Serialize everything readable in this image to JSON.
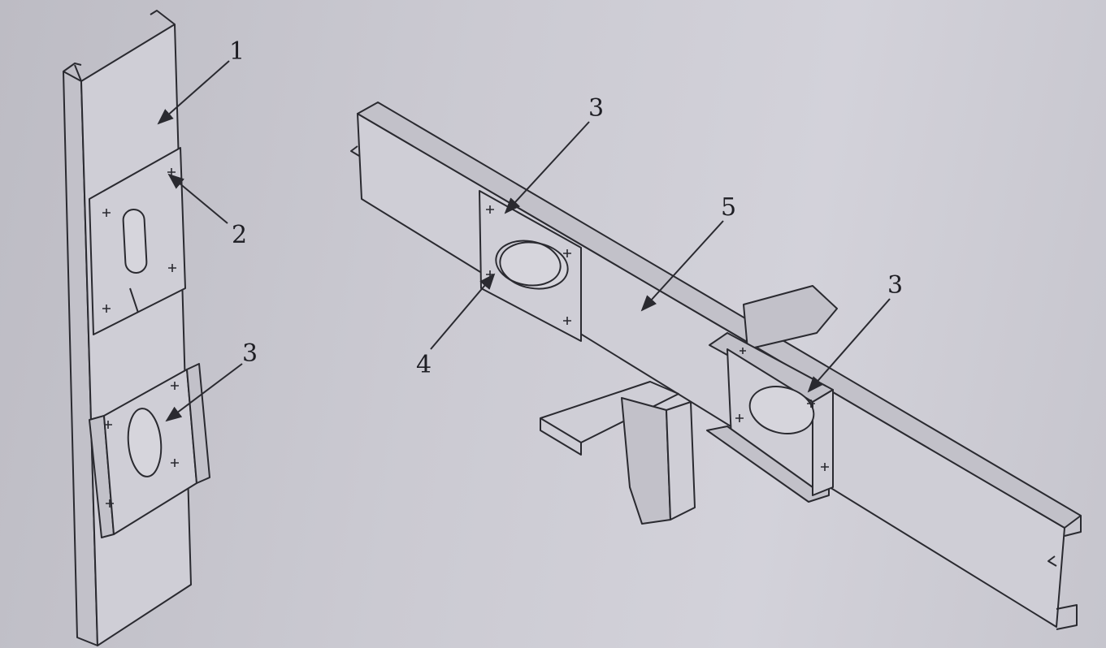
{
  "labels": {
    "part1": "1",
    "part2": "2",
    "part3_left": "3",
    "part3_top": "3",
    "part3_right": "3",
    "part4": "4",
    "part5": "5"
  }
}
